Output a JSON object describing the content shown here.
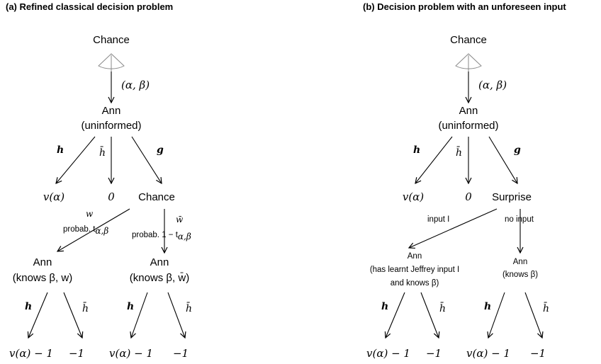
{
  "panel_a": {
    "title": "(a) Refined classical decision problem",
    "root": "Chance",
    "root_edge": "(α, β)",
    "ann_line1": "Ann",
    "ann_line2": "(uninformed)",
    "act_h": "h",
    "act_hbar": "h̄",
    "act_g": "g",
    "leaf_v": "v(α)",
    "leaf_zero": "0",
    "mid_node": "Chance",
    "w_label": "w",
    "w_prob": "probab. t",
    "w_prob_sub": "α,β",
    "wbar_label": "w̄",
    "wbar_prob": "probab. 1 − t",
    "wbar_prob_sub": "α,β",
    "ann_left_line1": "Ann",
    "ann_left_line2": "(knows β, w)",
    "ann_right_line1": "Ann",
    "ann_right_line2": "(knows β, w̄)",
    "leaf_v_minus": "v(α) − 1",
    "leaf_minus": "−1"
  },
  "panel_b": {
    "title": "(b) Decision problem with an unforeseen input",
    "root": "Chance",
    "root_edge": "(α, β)",
    "ann_line1": "Ann",
    "ann_line2": "(uninformed)",
    "act_h": "h",
    "act_hbar": "h̄",
    "act_g": "g",
    "leaf_v": "v(α)",
    "leaf_zero": "0",
    "mid_node": "Surprise",
    "input_label": "input I",
    "noinput_label": "no input",
    "ann_left_line1": "Ann",
    "ann_left_line2": "(has learnt Jeffrey input I",
    "ann_left_line3": "and knows β)",
    "ann_right_line1": "Ann",
    "ann_right_line2": "(knows β)",
    "leaf_v_minus": "v(α) − 1",
    "leaf_minus": "−1"
  }
}
